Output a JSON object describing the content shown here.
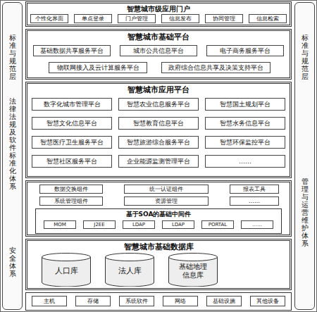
{
  "diagram": {
    "nodes": [
      {
        "text": [
          "智慧城市级应用门户"
        ]
      },
      {
        "text": [
          "个性化界面"
        ],
        "in": 0
      },
      {
        "text": [
          "单点登录"
        ],
        "in": 0
      },
      {
        "text": [
          "门户管理"
        ],
        "in": 0
      },
      {
        "text": [
          "信息发布"
        ],
        "in": 0
      },
      {
        "text": [
          "协同管理"
        ],
        "in": 0
      },
      {
        "text": [
          "信息检索"
        ],
        "in": 0
      },
      {
        "text": [
          "智慧城市基础平台"
        ]
      },
      {
        "text": [
          "基础数据共享服务平台"
        ],
        "in": 7
      },
      {
        "text": [
          "城市公共信息平台"
        ],
        "in": 7
      },
      {
        "text": [
          "电子商务服务平台"
        ],
        "in": 7
      },
      {
        "text": [
          "物联网接入及云计算服务平台"
        ],
        "in": 7
      },
      {
        "text": [
          "政府综合信息共享及决策支持平台"
        ],
        "in": 7
      },
      {
        "text": [
          "智慧城市应用平台"
        ]
      },
      {
        "text": [
          "数字化城市管理平台"
        ],
        "in": 13
      },
      {
        "text": [
          "智慧农业信息服务平台"
        ],
        "in": 13
      },
      {
        "text": [
          "智慧国土规划平台"
        ],
        "in": 13
      },
      {
        "text": [
          "智慧文化信息平台"
        ],
        "in": 13
      },
      {
        "text": [
          "智慧教育信息平台"
        ],
        "in": 13
      },
      {
        "text": [
          "智慧水务信息平台"
        ],
        "in": 13
      },
      {
        "text": [
          "智慧医疗卫生服务平台"
        ],
        "in": 13
      },
      {
        "text": [
          "智慧旅游综合服务平台"
        ],
        "in": 13
      },
      {
        "text": [
          "智慧环保监控平台"
        ],
        "in": 13
      },
      {
        "text": [
          "智慧社区服务平台"
        ],
        "in": 13
      },
      {
        "text": [
          "企业能源监测管理平台"
        ],
        "in": 13
      },
      {
        "text": [
          "……"
        ],
        "in": 13
      },
      {
        "text": [
          "数据交换组件"
        ]
      },
      {
        "text": [
          "统一认证组件"
        ]
      },
      {
        "text": [
          "报表工具"
        ]
      },
      {
        "text": [
          "系统管理组件"
        ]
      },
      {
        "text": [
          "资源管理"
        ]
      },
      {
        "text": [
          "……"
        ]
      },
      {
        "text": [
          "基于SOA的基础中间件"
        ]
      },
      {
        "text": [
          "MOM"
        ],
        "in": 32
      },
      {
        "text": [
          "J2EE"
        ],
        "in": 32
      },
      {
        "text": [
          "LDAP"
        ],
        "in": 32
      },
      {
        "text": [
          "LDAP"
        ],
        "in": 32
      },
      {
        "text": [
          "PORTAL"
        ],
        "in": 32
      },
      {
        "text": [
          "……"
        ],
        "in": 32
      },
      {
        "text": [
          "智慧城市基础数据库"
        ]
      },
      {
        "text": [
          "人口库"
        ],
        "in": 39
      },
      {
        "text": [
          "法人库"
        ],
        "in": 39
      },
      {
        "text": [
          "基础地理信息库"
        ],
        "in": 39
      },
      {
        "text": [
          "主机"
        ]
      },
      {
        "text": [
          "存储"
        ]
      },
      {
        "text": [
          "系统软件"
        ]
      },
      {
        "text": [
          "网络"
        ]
      },
      {
        "text": [
          "基础设施"
        ]
      },
      {
        "text": [
          "其他设备"
        ]
      },
      {
        "text": [
          "标准与规范层",
          "法律法规及软件标准化体系",
          "安全体系"
        ]
      },
      {
        "text": [
          "标准与规范层",
          "管理与运营维护体系"
        ]
      }
    ]
  }
}
